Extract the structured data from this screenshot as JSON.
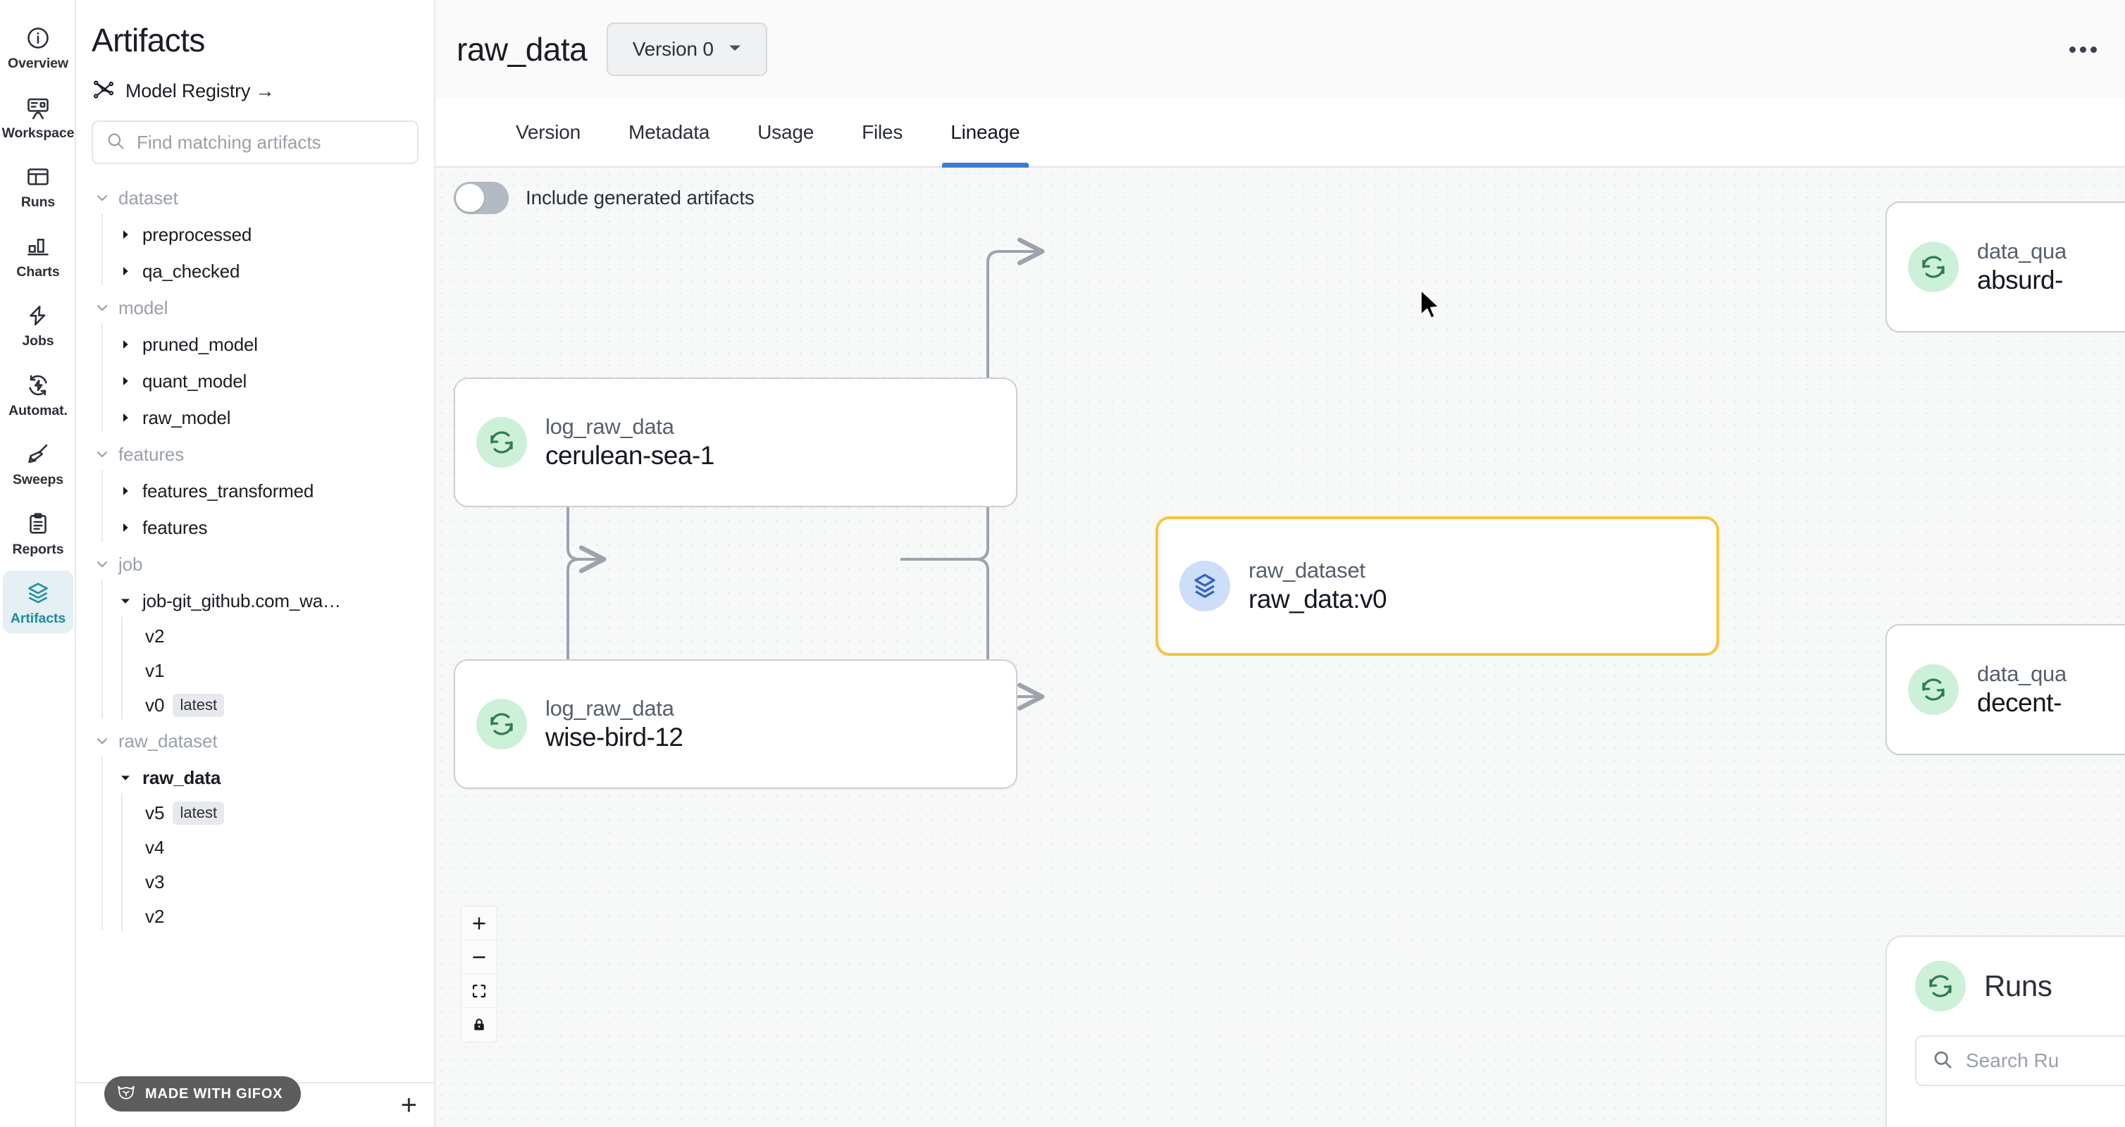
{
  "nav": {
    "items": [
      {
        "label": "Overview",
        "icon": "info-circle-icon",
        "active": false
      },
      {
        "label": "Workspace",
        "icon": "easel-icon",
        "active": false
      },
      {
        "label": "Runs",
        "icon": "table-icon",
        "active": false
      },
      {
        "label": "Charts",
        "icon": "bar-chart-icon",
        "active": false
      },
      {
        "label": "Jobs",
        "icon": "bolt-icon",
        "active": false
      },
      {
        "label": "Automat.",
        "icon": "automation-icon",
        "active": false
      },
      {
        "label": "Sweeps",
        "icon": "broom-icon",
        "active": false
      },
      {
        "label": "Reports",
        "icon": "clipboard-icon",
        "active": false
      },
      {
        "label": "Artifacts",
        "icon": "layers-icon",
        "active": true
      }
    ]
  },
  "sidebar": {
    "title": "Artifacts",
    "model_registry_label": "Model Registry →",
    "search_placeholder": "Find matching artifacts",
    "search_value": "",
    "add_button_label": "+",
    "groups": [
      {
        "name": "dataset",
        "expanded": true,
        "children": [
          {
            "name": "preprocessed",
            "expanded": false,
            "selected": false,
            "versions": []
          },
          {
            "name": "qa_checked",
            "expanded": false,
            "selected": false,
            "versions": []
          }
        ]
      },
      {
        "name": "model",
        "expanded": true,
        "children": [
          {
            "name": "pruned_model",
            "expanded": false,
            "selected": false,
            "versions": []
          },
          {
            "name": "quant_model",
            "expanded": false,
            "selected": false,
            "versions": []
          },
          {
            "name": "raw_model",
            "expanded": false,
            "selected": false,
            "versions": []
          }
        ]
      },
      {
        "name": "features",
        "expanded": true,
        "children": [
          {
            "name": "features_transformed",
            "expanded": false,
            "selected": false,
            "versions": []
          },
          {
            "name": "features",
            "expanded": false,
            "selected": false,
            "versions": []
          }
        ]
      },
      {
        "name": "job",
        "expanded": true,
        "children": [
          {
            "name": "job-git_github.com_wa…",
            "expanded": true,
            "selected": false,
            "versions": [
              {
                "label": "v2",
                "badge": ""
              },
              {
                "label": "v1",
                "badge": ""
              },
              {
                "label": "v0",
                "badge": "latest"
              }
            ]
          }
        ]
      },
      {
        "name": "raw_dataset",
        "expanded": true,
        "children": [
          {
            "name": "raw_data",
            "expanded": true,
            "selected": true,
            "versions": [
              {
                "label": "v5",
                "badge": "latest"
              },
              {
                "label": "v4",
                "badge": ""
              },
              {
                "label": "v3",
                "badge": ""
              },
              {
                "label": "v2",
                "badge": ""
              }
            ]
          }
        ]
      }
    ]
  },
  "header": {
    "artifact_name": "raw_data",
    "version_selector_label": "Version 0",
    "overflow_menu_label": "⋯"
  },
  "tabs": [
    {
      "label": "Version",
      "active": false
    },
    {
      "label": "Metadata",
      "active": false
    },
    {
      "label": "Usage",
      "active": false
    },
    {
      "label": "Files",
      "active": false
    },
    {
      "label": "Lineage",
      "active": true
    }
  ],
  "lineage": {
    "include_generated_label": "Include generated artifacts",
    "include_generated_on": false,
    "nodes": [
      {
        "id": "cerulean",
        "type": "log_raw_data",
        "name": "cerulean-sea-1",
        "kind": "run",
        "selected": false
      },
      {
        "id": "wise",
        "type": "log_raw_data",
        "name": "wise-bird-12",
        "kind": "run",
        "selected": false
      },
      {
        "id": "rawds",
        "type": "raw_dataset",
        "name": "raw_data:v0",
        "kind": "artifact",
        "selected": true
      },
      {
        "id": "absurd",
        "type": "data_qua",
        "name": "absurd-",
        "kind": "run",
        "selected": false
      },
      {
        "id": "decent",
        "type": "data_qua",
        "name": "decent-",
        "kind": "run",
        "selected": false
      }
    ],
    "runs_panel": {
      "title": "Runs",
      "search_placeholder": "Search Ru",
      "search_value": ""
    },
    "zoom_controls": [
      {
        "name": "zoom-in",
        "glyph": "+"
      },
      {
        "name": "zoom-out",
        "glyph": "−"
      },
      {
        "name": "fit-view",
        "glyph": "fit"
      },
      {
        "name": "lock-view",
        "glyph": "lock"
      }
    ]
  },
  "watermark": {
    "text": "MADE WITH GIFOX"
  },
  "colors": {
    "accent_tab": "#3a7fd5",
    "selected_node_border": "#f5c542",
    "run_icon_bg": "#cdf0d8",
    "run_icon_fg": "#2f7d4f",
    "artifact_icon_bg": "#ccdef8",
    "artifact_icon_fg": "#3563c7",
    "nav_active": "#1e8ca1",
    "edge": "#9ca3ad"
  }
}
